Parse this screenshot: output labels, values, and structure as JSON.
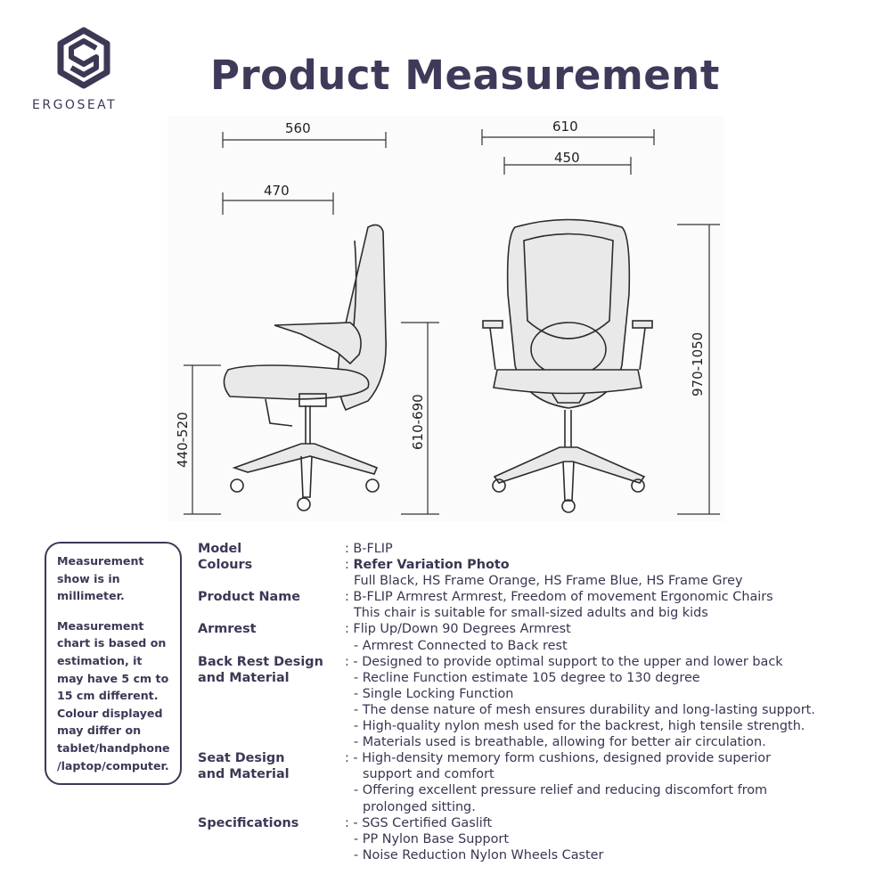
{
  "brand": {
    "name": "ERGOSEAT",
    "accent": "#3d3855"
  },
  "header": {
    "title": "Product Measurement"
  },
  "diagram": {
    "dims": {
      "overall_depth": "560",
      "seat_depth": "470",
      "overall_width": "610",
      "seat_width": "450",
      "seat_height": "440-520",
      "arm_height": "610-690",
      "total_height": "970-1050"
    }
  },
  "note": {
    "p1": "Measurement show is in millimeter.",
    "p2": "Measurement chart is based on estimation, it may have 5 cm to 15 cm different. Colour displayed may differ on tablet/handphone /laptop/computer."
  },
  "specs": {
    "model_label": "Model",
    "model_value": ": B-FLIP",
    "colours_label": "Colours",
    "colours_prefix": ": ",
    "colours_value": "Refer Variation Photo",
    "colours_list": "Full Black, HS Frame Orange, HS Frame Blue, HS Frame Grey",
    "name_label": "Product Name",
    "name_value": ": B-FLIP Armrest Armrest, Freedom of movement Ergonomic Chairs",
    "name_line2": "This chair is suitable for small-sized adults and big kids",
    "armrest_label": "Armrest",
    "armrest_value": ": Flip Up/Down 90 Degrees Armrest",
    "armrest_line2": "- Armrest Connected to Back rest",
    "back_label_1": "Back Rest Design",
    "back_label_2": "and Material",
    "back_items": [
      ": - Designed to provide optimal support to the upper and lower back",
      "- Recline Function estimate 105 degree to 130 degree",
      "- Single Locking Function",
      "- The dense nature of mesh ensures durability and long-lasting support.",
      "- High-quality nylon mesh used for the backrest, high tensile strength.",
      "- Materials used is breathable, allowing for better air circulation."
    ],
    "seat_label_1": "Seat Design",
    "seat_label_2": "and Material",
    "seat_items": [
      ": - High-density memory form cushions, designed provide superior",
      "support and comfort",
      "- Offering excellent pressure relief and reducing discomfort from",
      "prolonged sitting."
    ],
    "spec_label": "Specifications",
    "spec_items": [
      ": - SGS Certified Gaslift",
      "- PP Nylon Base Support",
      "- Noise Reduction Nylon Wheels Caster"
    ]
  }
}
